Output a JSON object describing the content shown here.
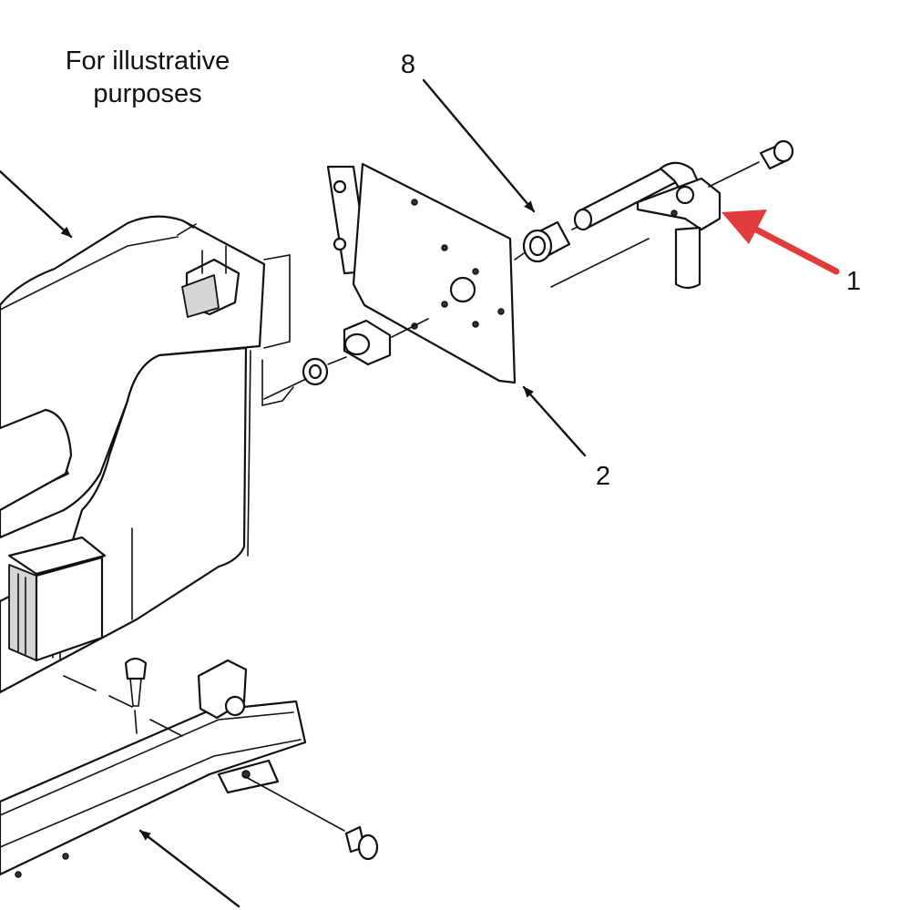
{
  "caption": {
    "line1": "For illustrative",
    "line2": "purposes"
  },
  "callouts": {
    "part_1": "1",
    "part_2": "2",
    "part_8": "8"
  },
  "colors": {
    "highlight_arrow": "#e03c3c",
    "line": "#111111",
    "background": "#ffffff"
  }
}
